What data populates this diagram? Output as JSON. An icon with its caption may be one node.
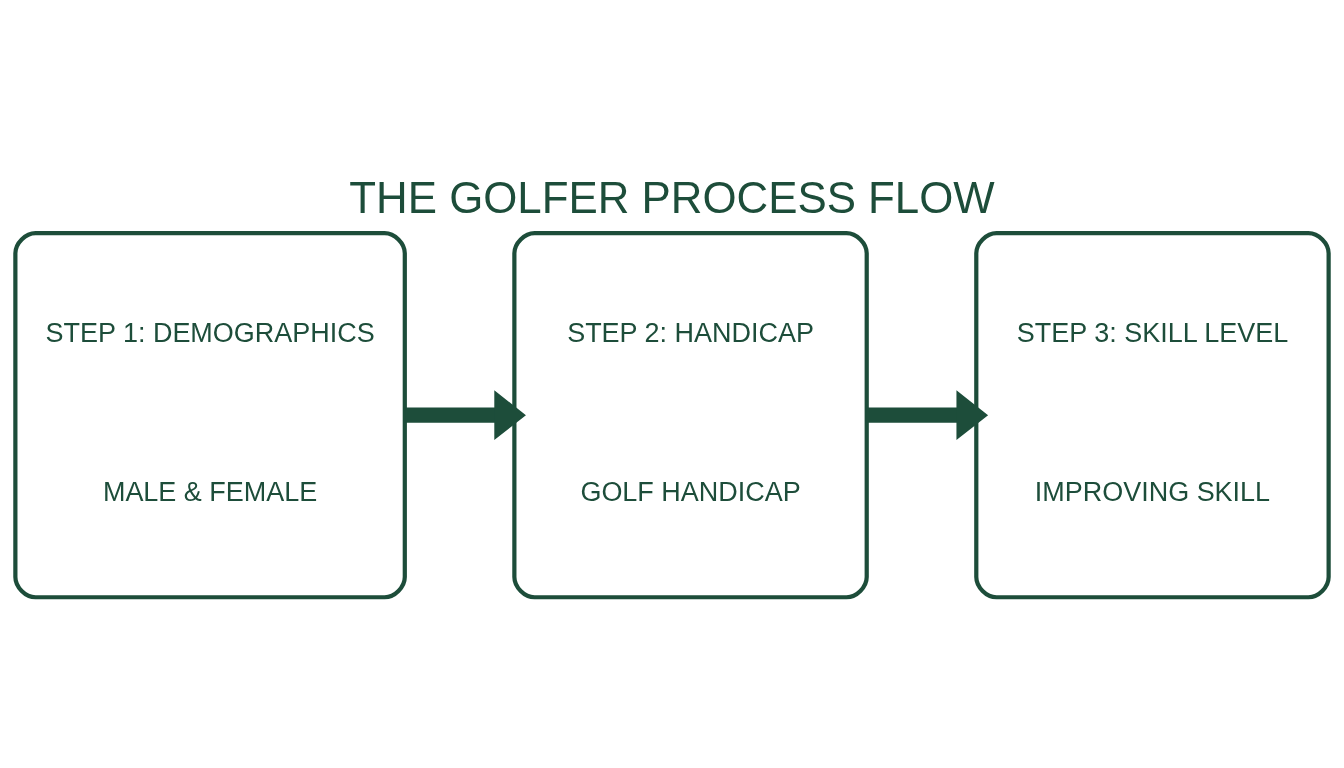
{
  "diagram": {
    "title": "THE GOLFER PROCESS FLOW",
    "nodes": [
      {
        "text": [
          "STEP 1: DEMOGRAPHICS",
          "MALE & FEMALE"
        ]
      },
      {
        "text": [
          "STEP 2: HANDICAP",
          "GOLF HANDICAP"
        ]
      },
      {
        "text": [
          "STEP 3: SKILL LEVEL",
          "IMPROVING SKILL"
        ]
      }
    ],
    "edges": [
      {
        "from": 0,
        "to": 1,
        "arrow": "to"
      },
      {
        "from": 1,
        "to": 2,
        "arrow": "to"
      }
    ]
  }
}
